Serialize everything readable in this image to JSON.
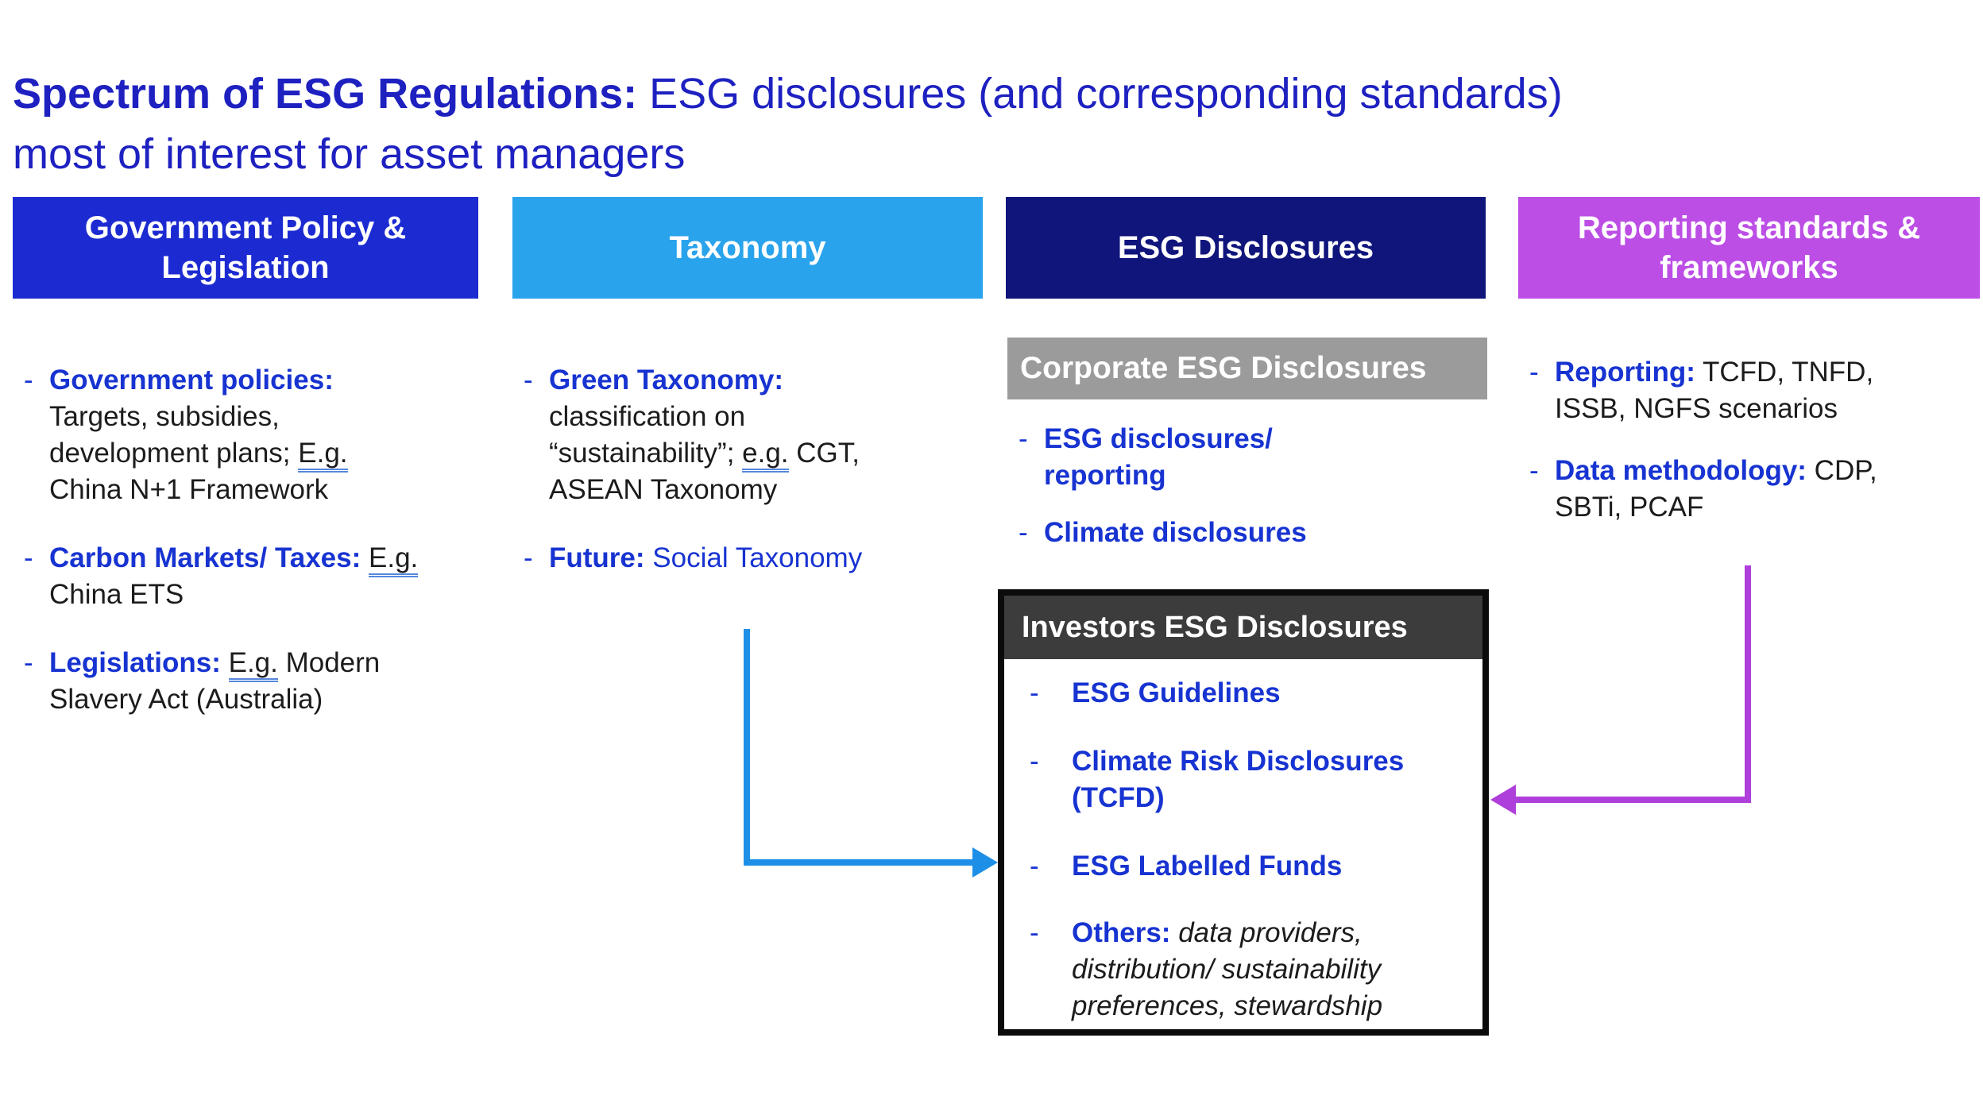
{
  "slide": {
    "title": {
      "lines": [
        [
          {
            "t": "Spectrum of ESG Regulations:",
            "s": "tb"
          },
          {
            "t": " ESG disclosures (and corresponding standards)",
            "s": "tr"
          }
        ],
        [
          {
            "t": "most of interest for asset managers",
            "s": "tr"
          }
        ]
      ]
    },
    "headers": [
      {
        "label": "Government Policy & Legislation"
      },
      {
        "label": "Taxonomy"
      },
      {
        "label": "ESG Disclosures"
      },
      {
        "label": "Reporting standards & frameworks"
      }
    ],
    "grayBar": "Corporate ESG Disclosures",
    "columns": [
      {
        "bullets": [
          {
            "lines": [
              [
                {
                  "t": "Government policies:",
                  "s": "b"
                }
              ],
              [
                {
                  "t": "Targets, subsidies,",
                  "s": "k"
                }
              ],
              [
                {
                  "t": "development plans; ",
                  "s": "k"
                },
                {
                  "t": "E.g.",
                  "s": "ku"
                }
              ],
              [
                {
                  "t": "China N+1 Framework",
                  "s": "k"
                }
              ]
            ]
          },
          {
            "lines": [
              [
                {
                  "t": "Carbon Markets/ Taxes:",
                  "s": "b"
                },
                {
                  "t": " ",
                  "s": "k"
                },
                {
                  "t": "E.g.",
                  "s": "ku"
                }
              ],
              [
                {
                  "t": "China ETS",
                  "s": "k"
                }
              ]
            ]
          },
          {
            "lines": [
              [
                {
                  "t": "Legislations:",
                  "s": "b"
                },
                {
                  "t": " ",
                  "s": "k"
                },
                {
                  "t": "E.g.",
                  "s": "ku"
                },
                {
                  "t": " Modern",
                  "s": "k"
                }
              ],
              [
                {
                  "t": "Slavery Act (Australia)",
                  "s": "k"
                }
              ]
            ]
          }
        ]
      },
      {
        "bullets": [
          {
            "lines": [
              [
                {
                  "t": "Green Taxonomy:",
                  "s": "b"
                }
              ],
              [
                {
                  "t": "classification on",
                  "s": "k"
                }
              ],
              [
                {
                  "t": "“sustainability”; ",
                  "s": "k"
                },
                {
                  "t": "e.g.",
                  "s": "ku"
                },
                {
                  "t": " CGT,",
                  "s": "k"
                }
              ],
              [
                {
                  "t": "ASEAN Taxonomy",
                  "s": "k"
                }
              ]
            ]
          },
          {
            "lines": [
              [
                {
                  "t": "Future:",
                  "s": "b"
                },
                {
                  "t": " Social Taxonomy",
                  "s": "bl"
                }
              ]
            ]
          }
        ]
      },
      {
        "bullets": [
          {
            "lines": [
              [
                {
                  "t": "ESG disclosures/",
                  "s": "b"
                }
              ],
              [
                {
                  "t": "reporting",
                  "s": "b"
                }
              ]
            ]
          },
          {
            "lines": [
              [
                {
                  "t": "Climate disclosures",
                  "s": "b"
                }
              ]
            ]
          }
        ]
      },
      {
        "bullets": [
          {
            "lines": [
              [
                {
                  "t": "Reporting:",
                  "s": "b"
                },
                {
                  "t": " TCFD, TNFD,",
                  "s": "k"
                }
              ],
              [
                {
                  "t": "ISSB, NGFS scenarios",
                  "s": "k"
                }
              ]
            ]
          },
          {
            "lines": [
              [
                {
                  "t": "Data methodology:",
                  "s": "b"
                },
                {
                  "t": " CDP,",
                  "s": "k"
                }
              ],
              [
                {
                  "t": "SBTi, PCAF",
                  "s": "k"
                }
              ]
            ]
          }
        ]
      }
    ],
    "investors": {
      "title": "Investors ESG Disclosures",
      "bullets": [
        {
          "lines": [
            [
              {
                "t": "ESG Guidelines",
                "s": "b"
              }
            ]
          ]
        },
        {
          "lines": [
            [
              {
                "t": "Climate Risk Disclosures",
                "s": "b"
              }
            ],
            [
              {
                "t": "(TCFD)",
                "s": "b"
              }
            ]
          ]
        },
        {
          "lines": [
            [
              {
                "t": "ESG Labelled Funds",
                "s": "b"
              }
            ]
          ]
        },
        {
          "lines": [
            [
              {
                "t": "Others:",
                "s": "b"
              },
              {
                "t": " data providers,",
                "s": "i"
              }
            ],
            [
              {
                "t": "distribution/ sustainability",
                "s": "i"
              }
            ],
            [
              {
                "t": "preferences, stewardship",
                "s": "i"
              }
            ]
          ]
        }
      ]
    }
  },
  "misc": {
    "dash": "-"
  },
  "colors": {
    "title": "#1e21c0",
    "headerBlue": "#1c2bd1",
    "headerSky": "#29a3ec",
    "headerNavy": "#10157c",
    "headerPurple": "#bc4ee6",
    "grayBar": "#9b9b9b",
    "investorsHeader": "#3c3c3c",
    "boxBorder": "#0b0b0b",
    "textBlue": "#1733d1",
    "textBlack": "#1c1c1c",
    "arrowBlue": "#1e8fe6",
    "arrowPurple": "#ae3fda",
    "underline": "#5588dd"
  }
}
